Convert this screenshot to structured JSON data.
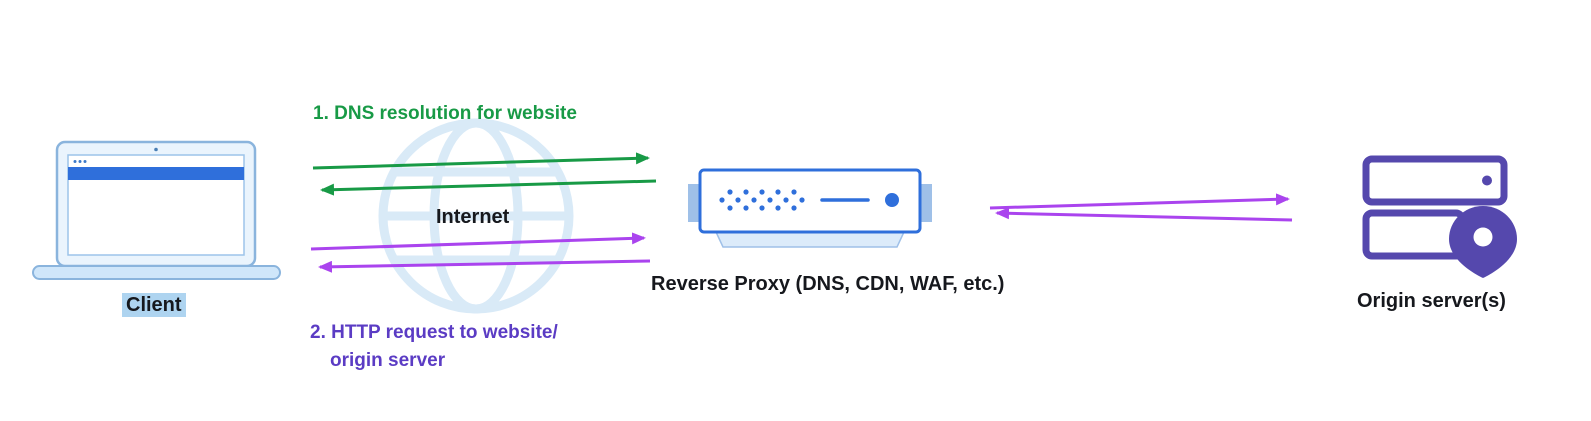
{
  "diagram": {
    "labels": {
      "client": "Client",
      "internet": "Internet",
      "step1": "1. DNS resolution for website",
      "step2_line1": "2. HTTP request to website/",
      "step2_line2": "origin server",
      "reverse_proxy": "Reverse Proxy (DNS, CDN, WAF, etc.)",
      "origin": "Origin server(s)"
    },
    "icons": {
      "client": "laptop-icon",
      "internet": "globe-icon",
      "reverse_proxy": "proxy-appliance-icon",
      "origin": "server-stack-with-location-pin-icon",
      "arrows": [
        "dns-request-arrow",
        "dns-response-arrow",
        "http-request-arrow",
        "http-response-arrow",
        "proxy-to-origin-arrow",
        "origin-to-proxy-arrow"
      ]
    },
    "colors": {
      "green-arrow": "#189a46",
      "purple-arrow": "#aa44ee",
      "purple-text": "#5b3cc4",
      "device-blue": "#2f6fdb",
      "device-blue-light": "#9fc0e8",
      "laptop-fill": "#eaf4fd",
      "globe-blue": "#d9eaf7",
      "origin-purple": "#5548ad",
      "text-dark": "#16181d",
      "client-highlight": "#aed4f0"
    }
  }
}
